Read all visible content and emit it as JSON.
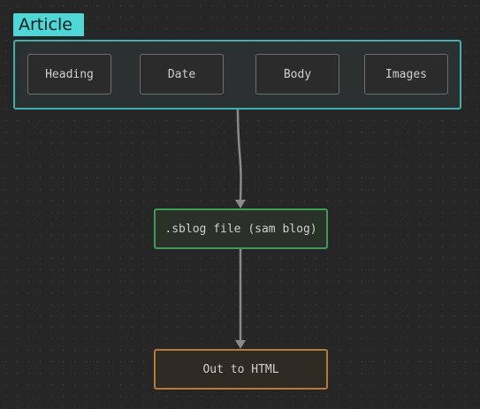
{
  "group": {
    "label": "Article",
    "fields": [
      "Heading",
      "Date",
      "Body",
      "Images"
    ]
  },
  "nodes": {
    "sblog": ".sblog file (sam blog)",
    "output": "Out to HTML"
  },
  "colors": {
    "background": "#262626",
    "group_accent": "#4fd6d6",
    "sblog_border": "#3f9a57",
    "output_border": "#b87838",
    "edge": "#8a8a8a"
  }
}
